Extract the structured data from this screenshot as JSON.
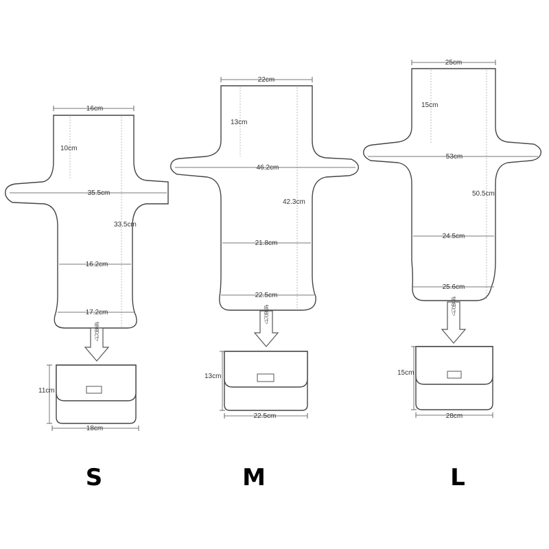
{
  "diagrams": [
    {
      "size_label": "S",
      "top_width": "16cm",
      "neck_height": "10cm",
      "arm_span": "35.5cm",
      "total_height": "33.5cm",
      "mid_width": "16.2cm",
      "bottom_width": "17.2cm",
      "bag_height": "11cm",
      "bag_width": "18cm"
    },
    {
      "size_label": "M",
      "top_width": "22cm",
      "neck_height": "13cm",
      "arm_span": "46.2cm",
      "total_height": "42.3cm",
      "mid_width": "21.8cm",
      "bottom_width": "22.5cm",
      "bag_height": "13cm",
      "bag_width": "22.5cm"
    },
    {
      "size_label": "L",
      "top_width": "25cm",
      "neck_height": "15cm",
      "arm_span": "53cm",
      "total_height": "50.5cm",
      "mid_width": "24.5cm",
      "bottom_width": "25.6cm",
      "bag_height": "15cm",
      "bag_width": "28cm"
    }
  ],
  "arrow_text": "成品尺寸"
}
